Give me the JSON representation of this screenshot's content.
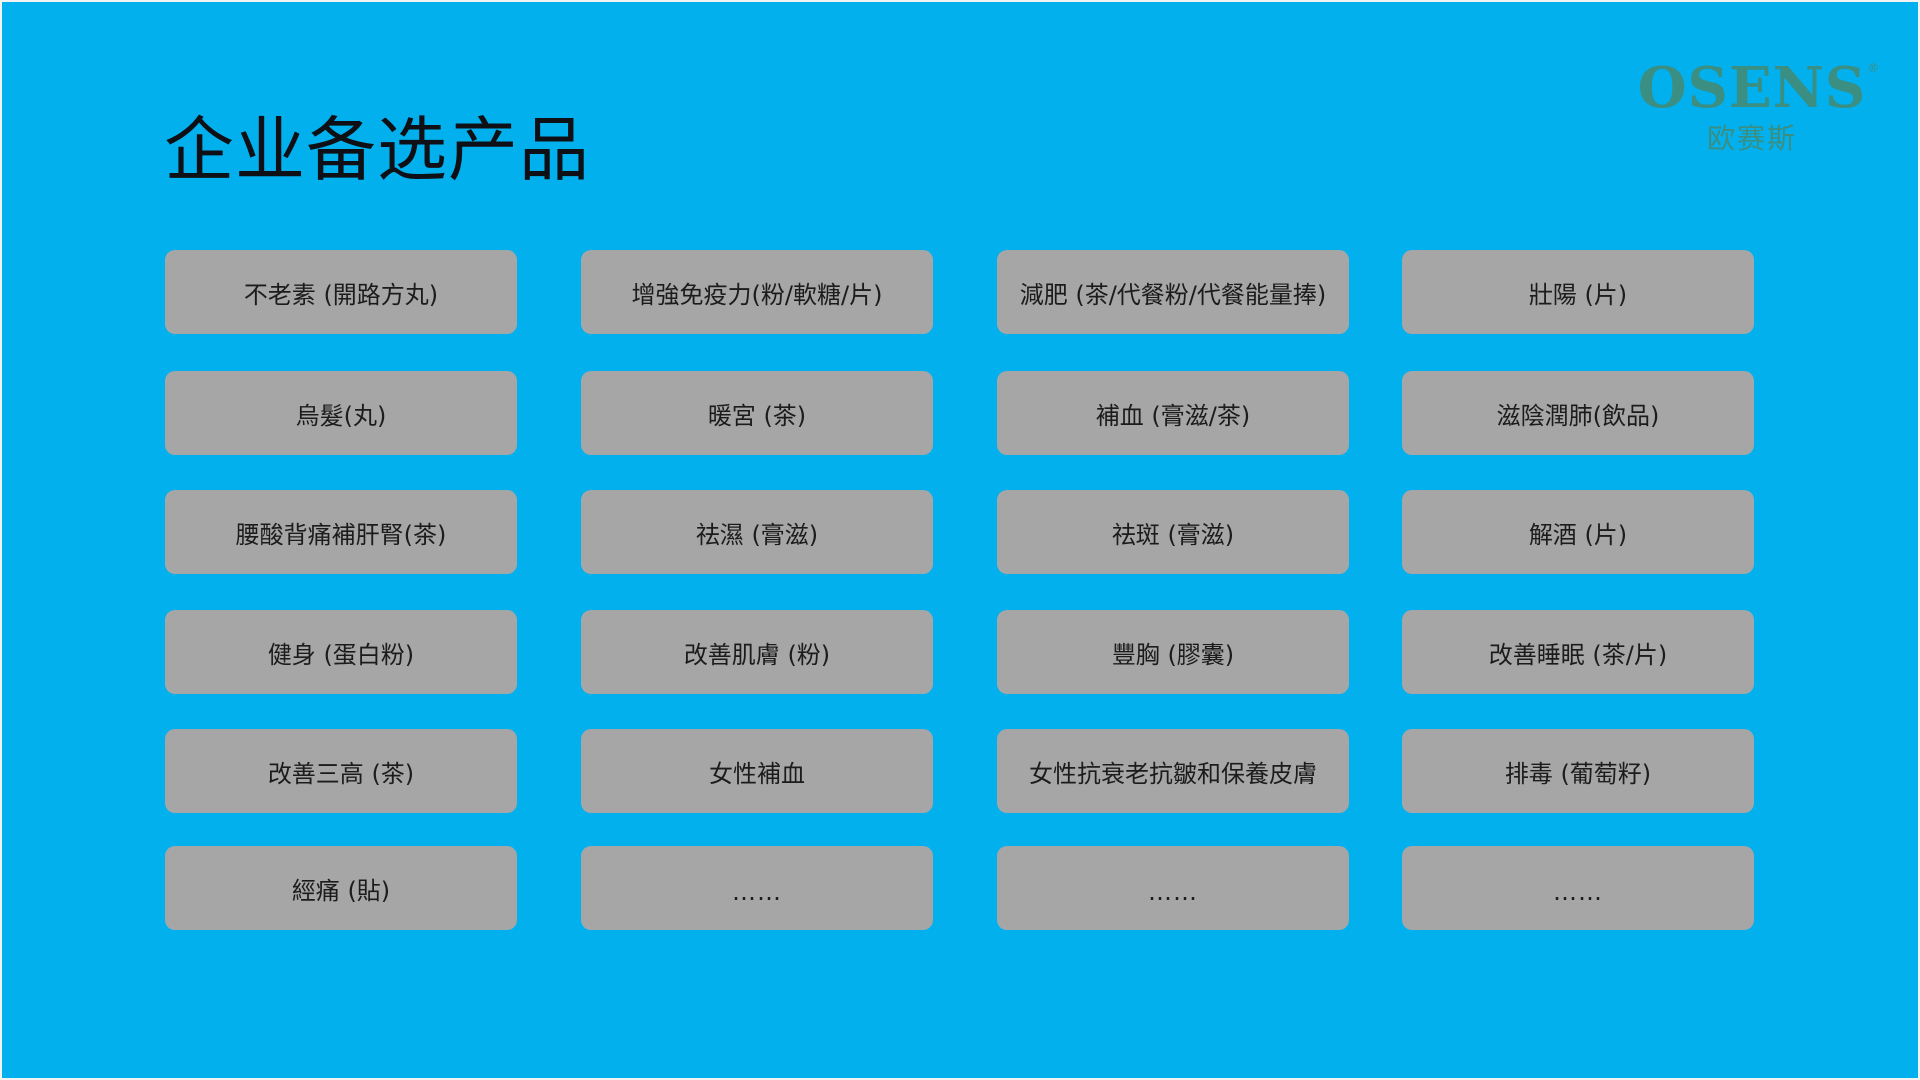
{
  "title": "企业备选产品",
  "logo": {
    "word": "OSENS",
    "reg": "®",
    "chinese": "欧赛斯"
  },
  "products": [
    [
      "不老素 (開路方丸)",
      "增強免疫力(粉/軟糖/片)",
      "減肥 (茶/代餐粉/代餐能量捧)",
      "壯陽 (片)"
    ],
    [
      "烏髮(丸)",
      "暖宮 (茶)",
      "補血 (膏滋/茶)",
      "滋陰潤肺(飲品)"
    ],
    [
      "腰酸背痛補肝腎(茶)",
      "祛濕 (膏滋)",
      "祛斑 (膏滋)",
      "解酒 (片)"
    ],
    [
      "健身 (蛋白粉)",
      "改善肌膚 (粉)",
      "豐胸 (膠囊)",
      "改善睡眠 (茶/片)"
    ],
    [
      "改善三高 (茶)",
      "女性補血",
      "女性抗衰老抗皺和保養皮膚",
      "排毒 (葡萄籽)"
    ],
    [
      "經痛 (貼)",
      "……",
      "……",
      "……"
    ]
  ],
  "colors": {
    "background": "#02b0ee",
    "button": "#a6a6a6",
    "title": "#0f1016",
    "logo": "#3a8e82"
  }
}
